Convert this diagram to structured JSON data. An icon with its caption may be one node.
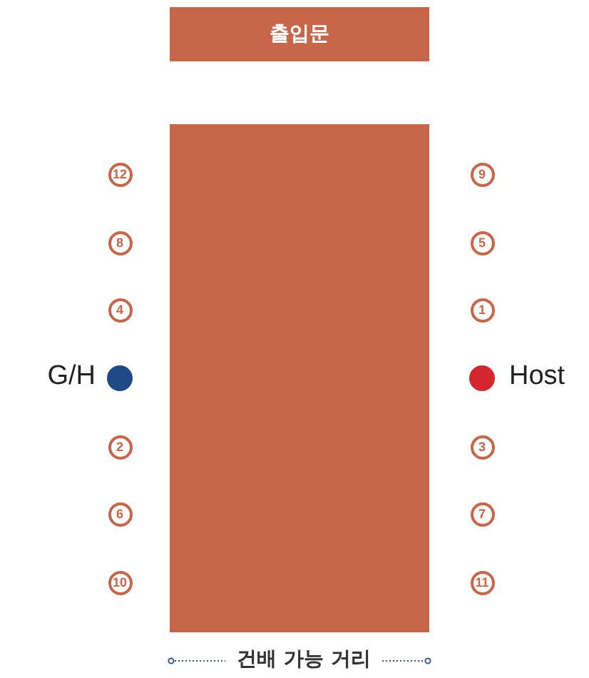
{
  "diagram": {
    "nodes": [
      {
        "text": [
          "출입문"
        ]
      },
      {
        "text": [],
        "shape": "box"
      },
      {
        "text": [
          "12"
        ]
      },
      {
        "text": [
          "9"
        ]
      },
      {
        "text": [
          "8"
        ]
      },
      {
        "text": [
          "5"
        ]
      },
      {
        "text": [
          "4"
        ]
      },
      {
        "text": [
          "1"
        ]
      },
      {
        "text": [],
        "shape": "circle",
        "beside": [
          "G/H"
        ]
      },
      {
        "text": [],
        "shape": "circle",
        "beside": [
          "Host"
        ]
      },
      {
        "text": [
          "2"
        ]
      },
      {
        "text": [
          "3"
        ]
      },
      {
        "text": [
          "6"
        ]
      },
      {
        "text": [
          "7"
        ]
      },
      {
        "text": [
          "10"
        ]
      },
      {
        "text": [
          "11"
        ]
      }
    ],
    "edges": [],
    "labels": [
      "건배 가능 거리"
    ]
  }
}
